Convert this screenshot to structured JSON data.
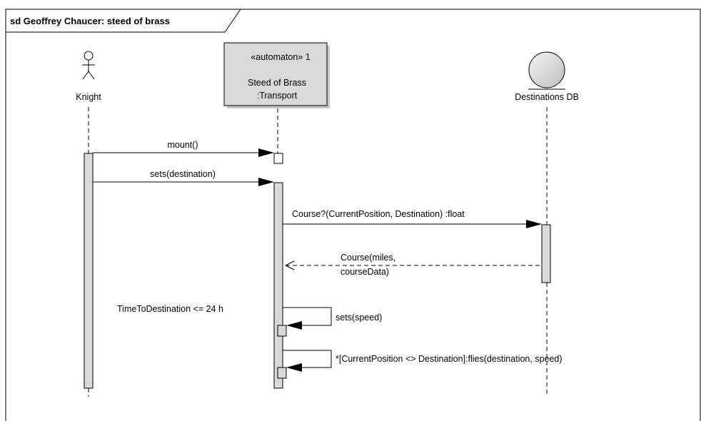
{
  "frame": {
    "title": "sd Geoffrey Chaucer: steed of brass"
  },
  "participants": {
    "knight": {
      "label": "Knight"
    },
    "steed": {
      "stereotype": "«automaton» 1",
      "name": "Steed of Brass",
      "type": ":Transport"
    },
    "db": {
      "label": "Destinations DB"
    }
  },
  "messages": {
    "mount": "mount()",
    "sets_destination": "sets(destination)",
    "course_call": "Course?(CurrentPosition, Destination) :float",
    "course_return_line1": "Course(miles,",
    "course_return_line2": "courseData)",
    "sets_speed": "sets(speed)",
    "flies": "*[CurrentPosition <> Destination]:flies(destination, speed)"
  },
  "notes": {
    "constraint": "TimeToDestination <= 24 h"
  },
  "colors": {
    "line": "#000000",
    "activation_fill": "#d9d9d9",
    "participant_fill": "#d9d9d9",
    "frame_border": "#000000"
  }
}
